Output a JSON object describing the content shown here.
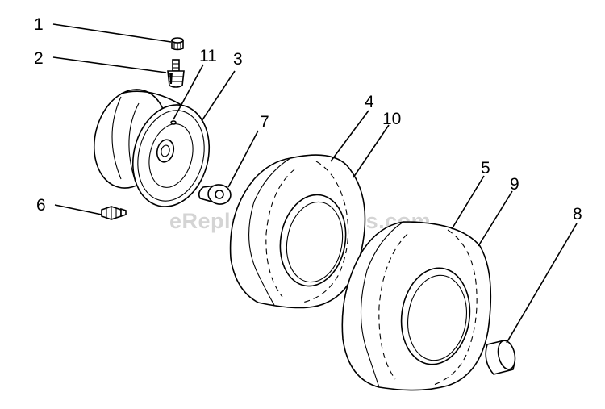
{
  "watermark": "eReplacementParts.com",
  "callouts": [
    {
      "id": "1",
      "label": "1"
    },
    {
      "id": "2",
      "label": "2"
    },
    {
      "id": "11",
      "label": "11"
    },
    {
      "id": "3",
      "label": "3"
    },
    {
      "id": "7",
      "label": "7"
    },
    {
      "id": "4",
      "label": "4"
    },
    {
      "id": "10",
      "label": "10"
    },
    {
      "id": "6",
      "label": "6"
    },
    {
      "id": "5",
      "label": "5"
    },
    {
      "id": "9",
      "label": "9"
    },
    {
      "id": "8",
      "label": "8"
    }
  ]
}
